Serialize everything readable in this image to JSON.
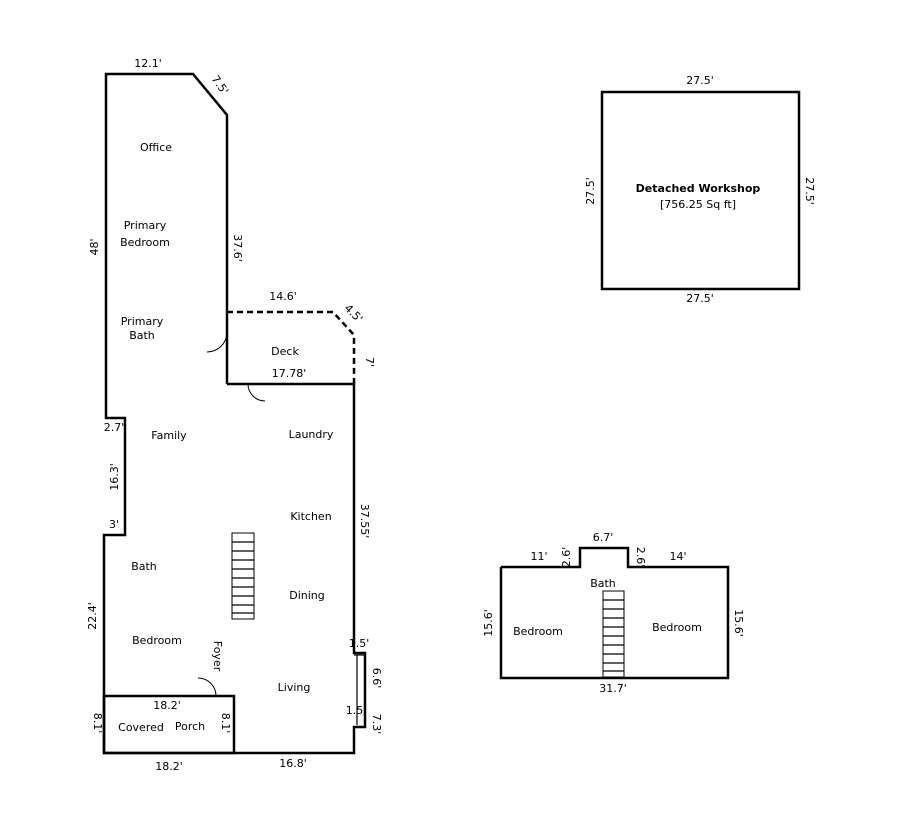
{
  "main_plan": {
    "dims": {
      "top": "12.1'",
      "angle_top": "7.5'",
      "left_upper": "48'",
      "right_upper": "37.6'",
      "deck_top": "14.6'",
      "deck_angle": "4.5'",
      "deck_right": "7'",
      "deck_bottom": "17.78'",
      "right_main": "37.55'",
      "jog_top": "2.7'",
      "jog_side": "16.3'",
      "jog_bottom": "3'",
      "left_lower": "22.4'",
      "porch_top": "18.2'",
      "porch_left": "8.1'",
      "porch_right": "8.1'",
      "porch_bottom": "18.2'",
      "bottom_right": "16.8'",
      "bay_top": "1.5'",
      "bay_side": "6.6'",
      "bay_bottom": "1.5'",
      "right_lower": "7.3'"
    },
    "rooms": {
      "office": "Office",
      "primary_bedroom_1": "Primary",
      "primary_bedroom_2": "Bedroom",
      "primary_bath_1": "Primary",
      "primary_bath_2": "Bath",
      "deck": "Deck",
      "family": "Family",
      "laundry": "Laundry",
      "kitchen": "Kitchen",
      "bath": "Bath",
      "dining": "Dining",
      "bedroom": "Bedroom",
      "foyer": "Foyer",
      "living": "Living",
      "covered": "Covered",
      "porch": "Porch"
    }
  },
  "workshop": {
    "title": "Detached Workshop",
    "area": "[756.25 Sq ft]",
    "dims": {
      "top": "27.5'",
      "bottom": "27.5'",
      "left": "27.5'",
      "right": "27.5'"
    }
  },
  "upper_plan": {
    "dims": {
      "top_left": "11'",
      "notch_left": "2.6'",
      "notch_top": "6.7'",
      "notch_right": "2.6'",
      "top_right": "14'",
      "left": "15.6'",
      "right": "15.6'",
      "bottom": "31.7'"
    },
    "rooms": {
      "bedroom_left": "Bedroom",
      "bath": "Bath",
      "bedroom_right": "Bedroom"
    }
  }
}
